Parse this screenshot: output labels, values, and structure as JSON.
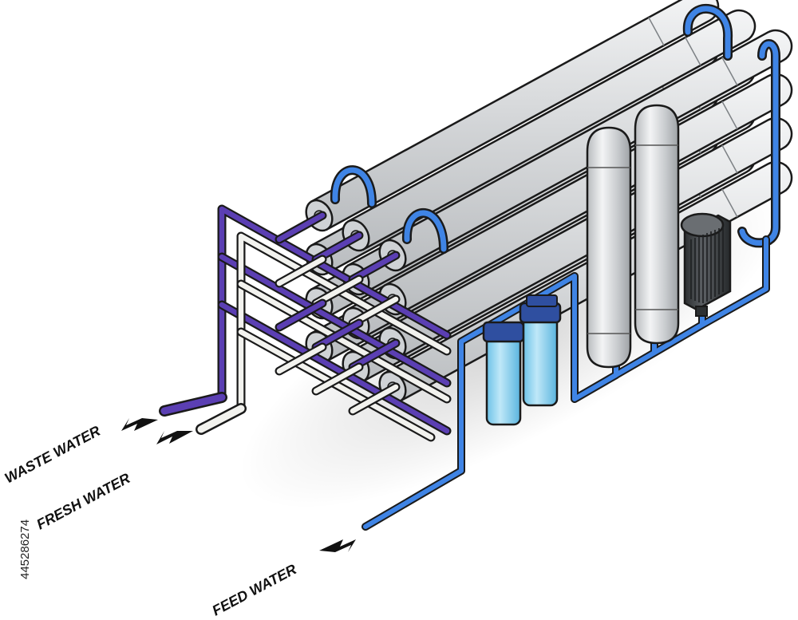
{
  "labels": {
    "waste_water": "WASTE WATER",
    "fresh_water": "FRESH WATER",
    "feed_water": "FEED WATER"
  },
  "stock_id": "445286274",
  "colors": {
    "feed_pipe": "#3f84e5",
    "waste_pipe": "#5b3fb3",
    "fresh_pipe": "#f2f2ee",
    "vessel": "#d6d8da",
    "cartridge": "#8fd2ef",
    "motor": "#3a3d40"
  }
}
